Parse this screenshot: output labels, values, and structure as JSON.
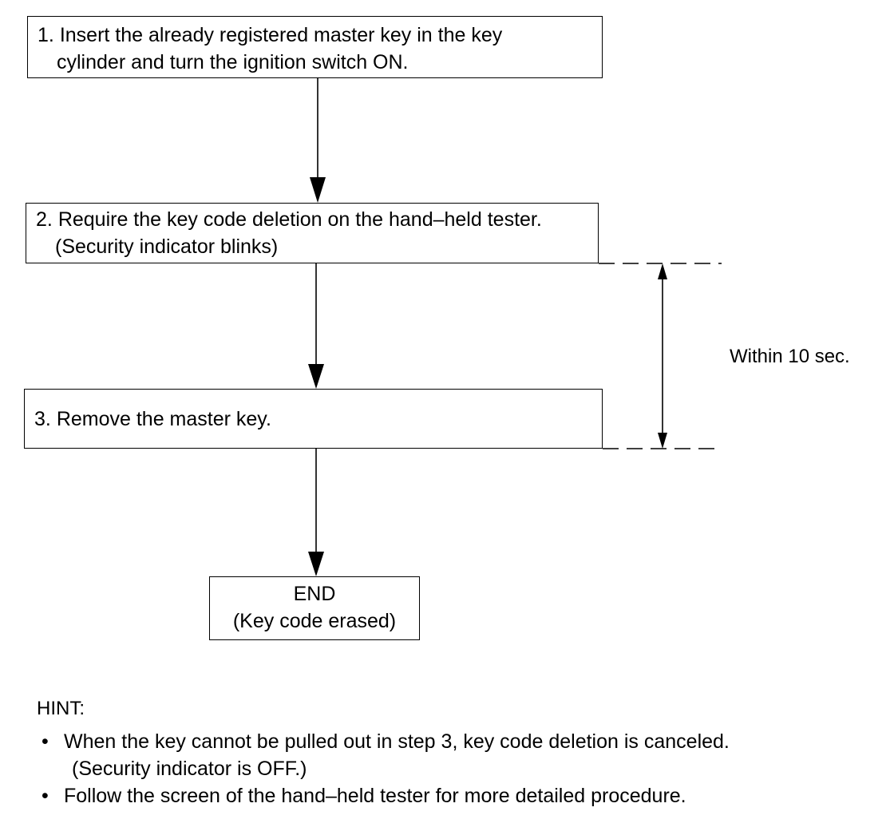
{
  "steps": [
    {
      "number": "1.",
      "lines": [
        "Insert the already registered master key in the key",
        "cylinder and turn the ignition switch ON."
      ]
    },
    {
      "number": "2.",
      "lines": [
        "Require the key code deletion on the hand–held tester.",
        "(Security indicator blinks)"
      ]
    },
    {
      "number": "3.",
      "lines": [
        "Remove the master key."
      ]
    }
  ],
  "end": {
    "title": "END",
    "note": "(Key code erased)"
  },
  "timing_label": "Within 10 sec.",
  "hint": {
    "title": "HINT:",
    "items": [
      {
        "text": "When the key cannot be pulled out in step 3, key code deletion is canceled.",
        "sub": "(Security indicator is OFF.)"
      },
      {
        "text": "Follow the screen of the hand–held tester for more detailed procedure."
      }
    ]
  }
}
